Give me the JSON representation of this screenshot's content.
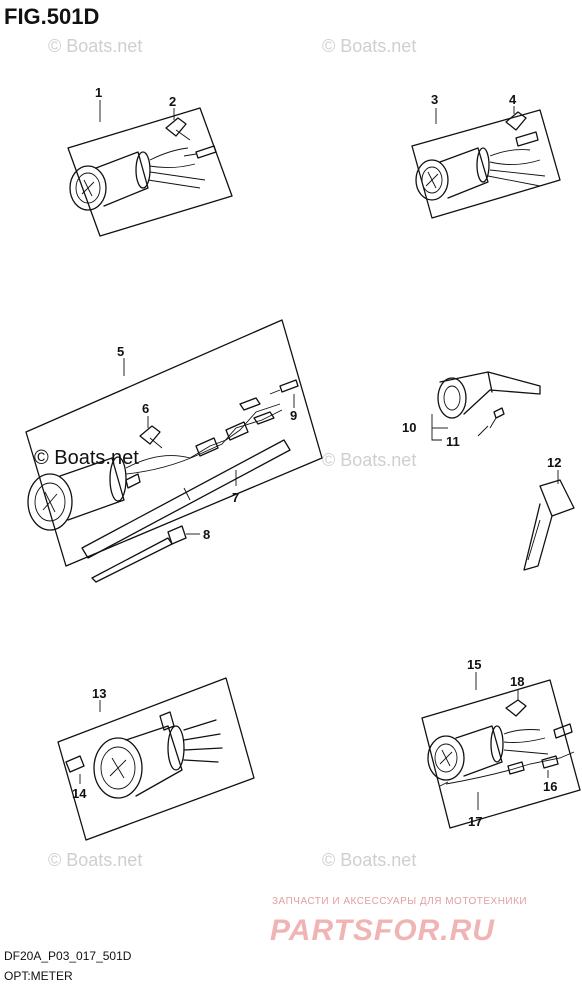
{
  "figure": {
    "title": "FIG.501D",
    "code": "DF20A_P03_017_501D",
    "caption": "OPT:METER"
  },
  "watermarks": {
    "light": "© Boats.net",
    "dark": "© Boats.net",
    "shop_line": "ЗАПЧАСТИ И АКСЕССУАРЫ ДЛЯ МОТОТЕХНИКИ",
    "shop_logo": "PARTSFOR.RU"
  },
  "parts": [
    {
      "id": "p1",
      "label": "1"
    },
    {
      "id": "p2",
      "label": "2"
    },
    {
      "id": "p3",
      "label": "3"
    },
    {
      "id": "p4",
      "label": "4"
    },
    {
      "id": "p5",
      "label": "5"
    },
    {
      "id": "p6",
      "label": "6"
    },
    {
      "id": "p7",
      "label": "7"
    },
    {
      "id": "p8",
      "label": "8"
    },
    {
      "id": "p9",
      "label": "9"
    },
    {
      "id": "p10",
      "label": "10"
    },
    {
      "id": "p11",
      "label": "11"
    },
    {
      "id": "p12",
      "label": "12"
    },
    {
      "id": "p13",
      "label": "13"
    },
    {
      "id": "p14",
      "label": "14"
    },
    {
      "id": "p15",
      "label": "15"
    },
    {
      "id": "p16",
      "label": "16"
    },
    {
      "id": "p17",
      "label": "17"
    },
    {
      "id": "p18",
      "label": "18"
    }
  ]
}
